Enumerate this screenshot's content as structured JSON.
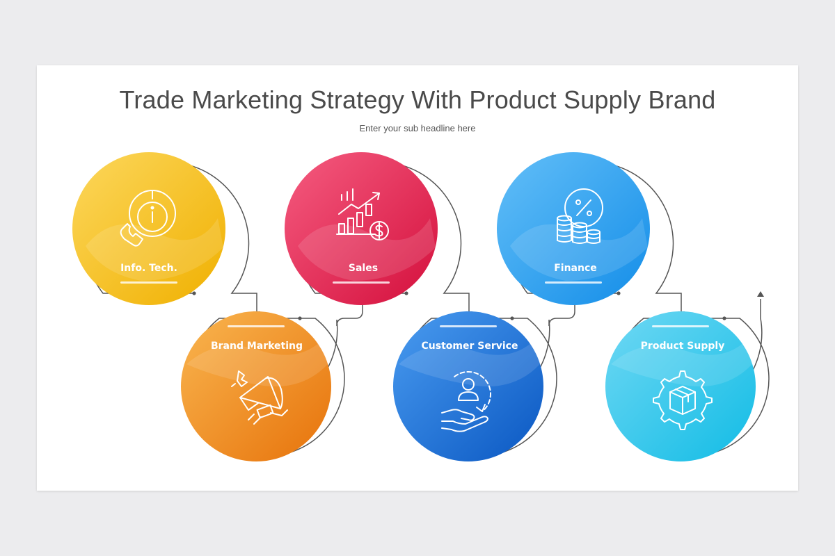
{
  "slide": {
    "title": "Trade Marketing Strategy With Product Supply Brand",
    "subtitle": "Enter your sub headline here"
  },
  "nodes": [
    {
      "id": "info-tech",
      "label": "Info. Tech.",
      "icon": "clock-info-phone-icon",
      "color_light": "#fbd34a",
      "color_dark": "#f0b400"
    },
    {
      "id": "brand-marketing",
      "label": "Brand Marketing",
      "icon": "megaphone-icon",
      "color_light": "#f8b04a",
      "color_dark": "#e9780e"
    },
    {
      "id": "sales",
      "label": "Sales",
      "icon": "growth-chart-dollar-icon",
      "color_light": "#f4537a",
      "color_dark": "#d8133f"
    },
    {
      "id": "customer-service",
      "label": "Customer Service",
      "icon": "hand-customer-cycle-icon",
      "color_light": "#3f95ec",
      "color_dark": "#0b5ec8"
    },
    {
      "id": "finance",
      "label": "Finance",
      "icon": "percent-coins-icon",
      "color_light": "#5ab9f7",
      "color_dark": "#1892ea"
    },
    {
      "id": "product-supply",
      "label": "Product Supply",
      "icon": "gear-box-icon",
      "color_light": "#62d4f2",
      "color_dark": "#17bfe6"
    }
  ],
  "colors": {
    "connector": "#555555",
    "slide_bg": "#ffffff",
    "page_bg": "#ececee"
  }
}
